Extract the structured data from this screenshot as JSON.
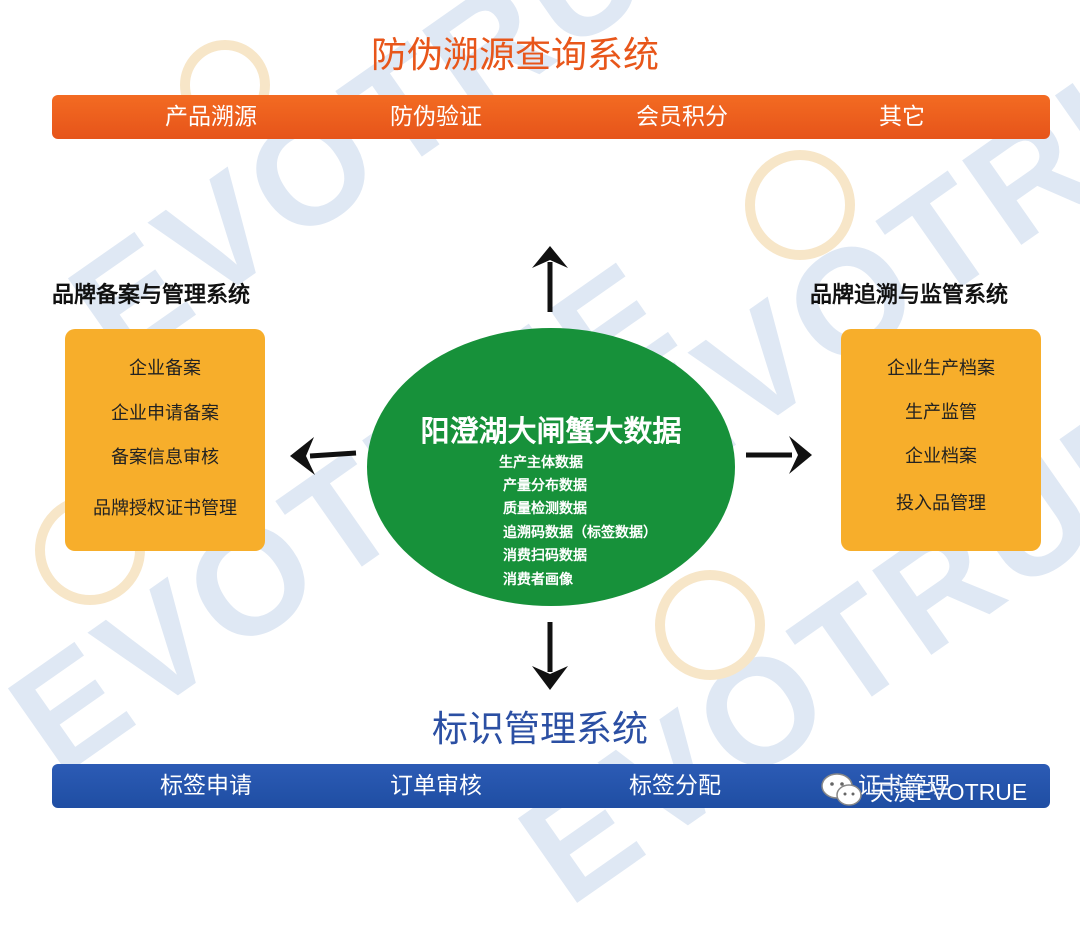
{
  "watermark": "EVOTRUE",
  "top_system": {
    "title": "防伪溯源查询系统",
    "items": [
      "产品溯源",
      "防伪验证",
      "会员积分",
      "其它"
    ]
  },
  "left_system": {
    "title": "品牌备案与管理系统",
    "items": [
      "企业备案",
      "企业申请备案",
      "备案信息审核",
      "品牌授权证书管理"
    ]
  },
  "right_system": {
    "title": "品牌追溯与监管系统",
    "items": [
      "企业生产档案",
      "生产监管",
      "企业档案",
      "投入品管理"
    ]
  },
  "center": {
    "title": "阳澄湖大闸蟹大数据",
    "items": [
      "生产主体数据",
      "产量分布数据",
      "质量检测数据",
      "追溯码数据（标签数据）",
      "消费扫码数据",
      "消费者画像"
    ]
  },
  "bottom_system": {
    "title": "标识管理系统",
    "items": [
      "标签申请",
      "订单审核",
      "标签分配",
      "证书管理"
    ]
  },
  "logo": {
    "text": "天演EVOTRUE"
  },
  "colors": {
    "orange_bar": "#e8561a",
    "blue_bar": "#1f4ea3",
    "panel": "#f7ae2b",
    "hub": "#17913a",
    "top_title": "#e8561a",
    "bottom_title": "#2b4fa3"
  }
}
